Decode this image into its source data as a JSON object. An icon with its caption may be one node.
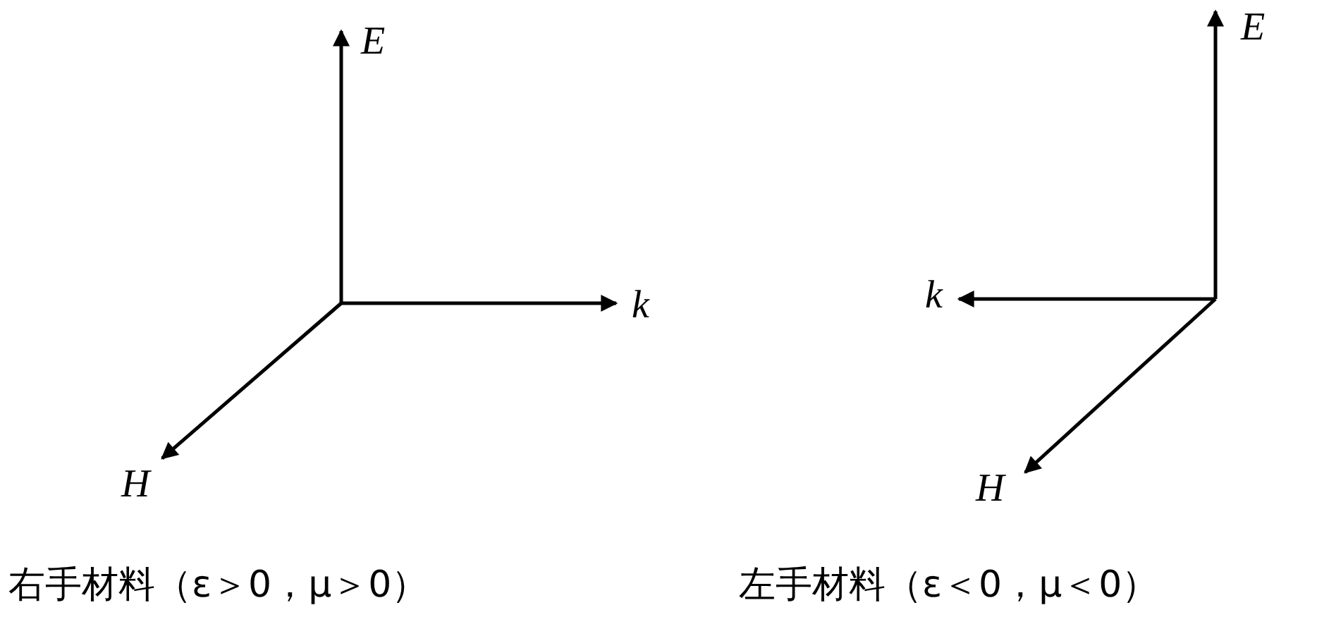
{
  "diagram": {
    "labels": [
      "E",
      "k",
      "H",
      "右手材料（ε＞0，μ＞0）",
      "E",
      "k",
      "H",
      "左手材料（ε＜0，μ＜0）"
    ]
  }
}
